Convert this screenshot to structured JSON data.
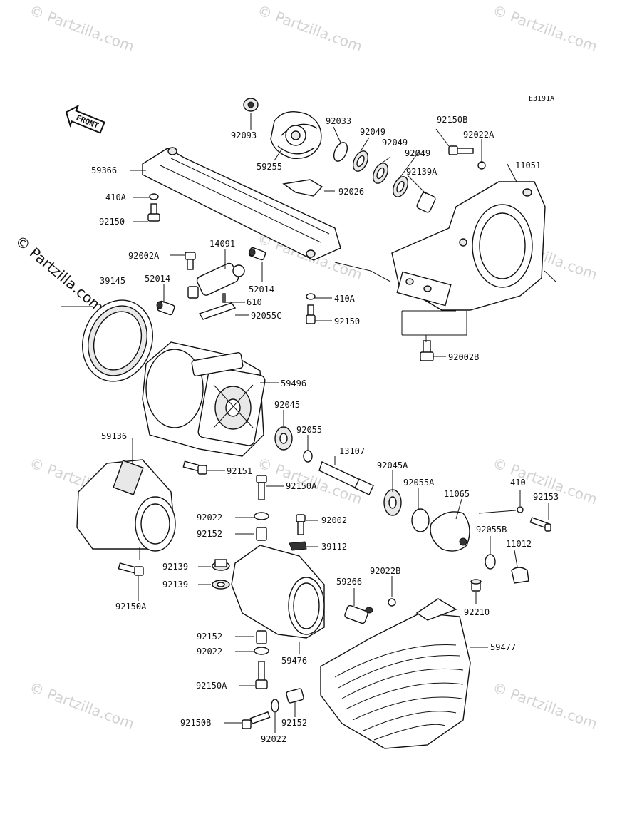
{
  "diagram_code": "E3191A",
  "front_label": "FRONT",
  "watermarks": [
    "© Partzilla.com",
    "© Partzilla.com",
    "© Partzilla.com",
    "© Partzilla.com",
    "© Partzilla.com",
    "© Partzilla.com",
    "© Partzilla.com",
    "© Partzilla.com",
    "© Partzilla.com",
    "© Partzilla.com"
  ],
  "side_watermark": "© Partzilla.com",
  "labels": [
    "92093",
    "92033",
    "92049",
    "92049",
    "92049",
    "59255",
    "92150B",
    "92022A",
    "11051",
    "59366",
    "92026",
    "92139A",
    "410A",
    "92150",
    "92002A",
    "14091",
    "52014",
    "52014",
    "39145",
    "610",
    "92055C",
    "410A",
    "92150",
    "92002B",
    "59496",
    "92045",
    "92055",
    "59136",
    "13107",
    "92151",
    "92045A",
    "92150A",
    "92055A",
    "11065",
    "410",
    "92153",
    "92022",
    "92002",
    "92152",
    "39112",
    "92055B",
    "11012",
    "92139",
    "92022B",
    "92139",
    "59266",
    "92210",
    "92152",
    "59476",
    "59477",
    "92022",
    "92150A",
    "92152",
    "92150B",
    "92022"
  ]
}
